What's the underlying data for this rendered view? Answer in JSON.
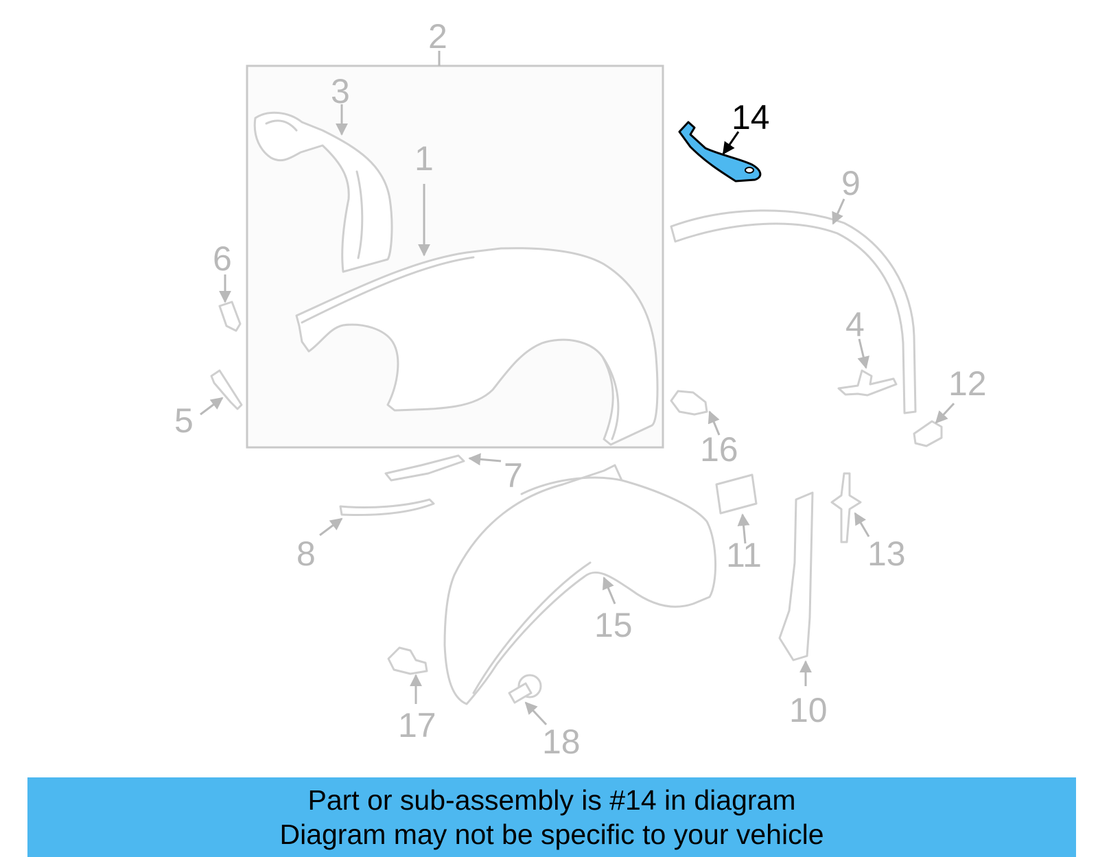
{
  "diagram": {
    "callouts": [
      "1",
      "2",
      "3",
      "4",
      "5",
      "6",
      "7",
      "8",
      "9",
      "10",
      "11",
      "12",
      "13",
      "14",
      "15",
      "16",
      "17",
      "18"
    ],
    "highlighted_callout": "14",
    "highlight_color": "#4db8f0"
  },
  "banner": {
    "line1": "Part or sub-assembly is #14 in diagram",
    "line2": "Diagram may not be specific to your vehicle",
    "background": "#4db8f0"
  }
}
